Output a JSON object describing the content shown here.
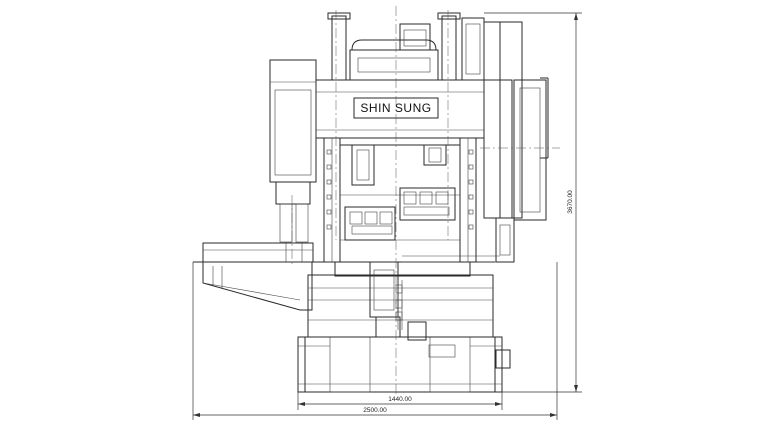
{
  "drawing": {
    "nameplate": "SHIN SUNG",
    "dimensions": {
      "inner_width": "1440.00",
      "overall_width": "2500.00",
      "overall_height": "3670.00"
    }
  }
}
